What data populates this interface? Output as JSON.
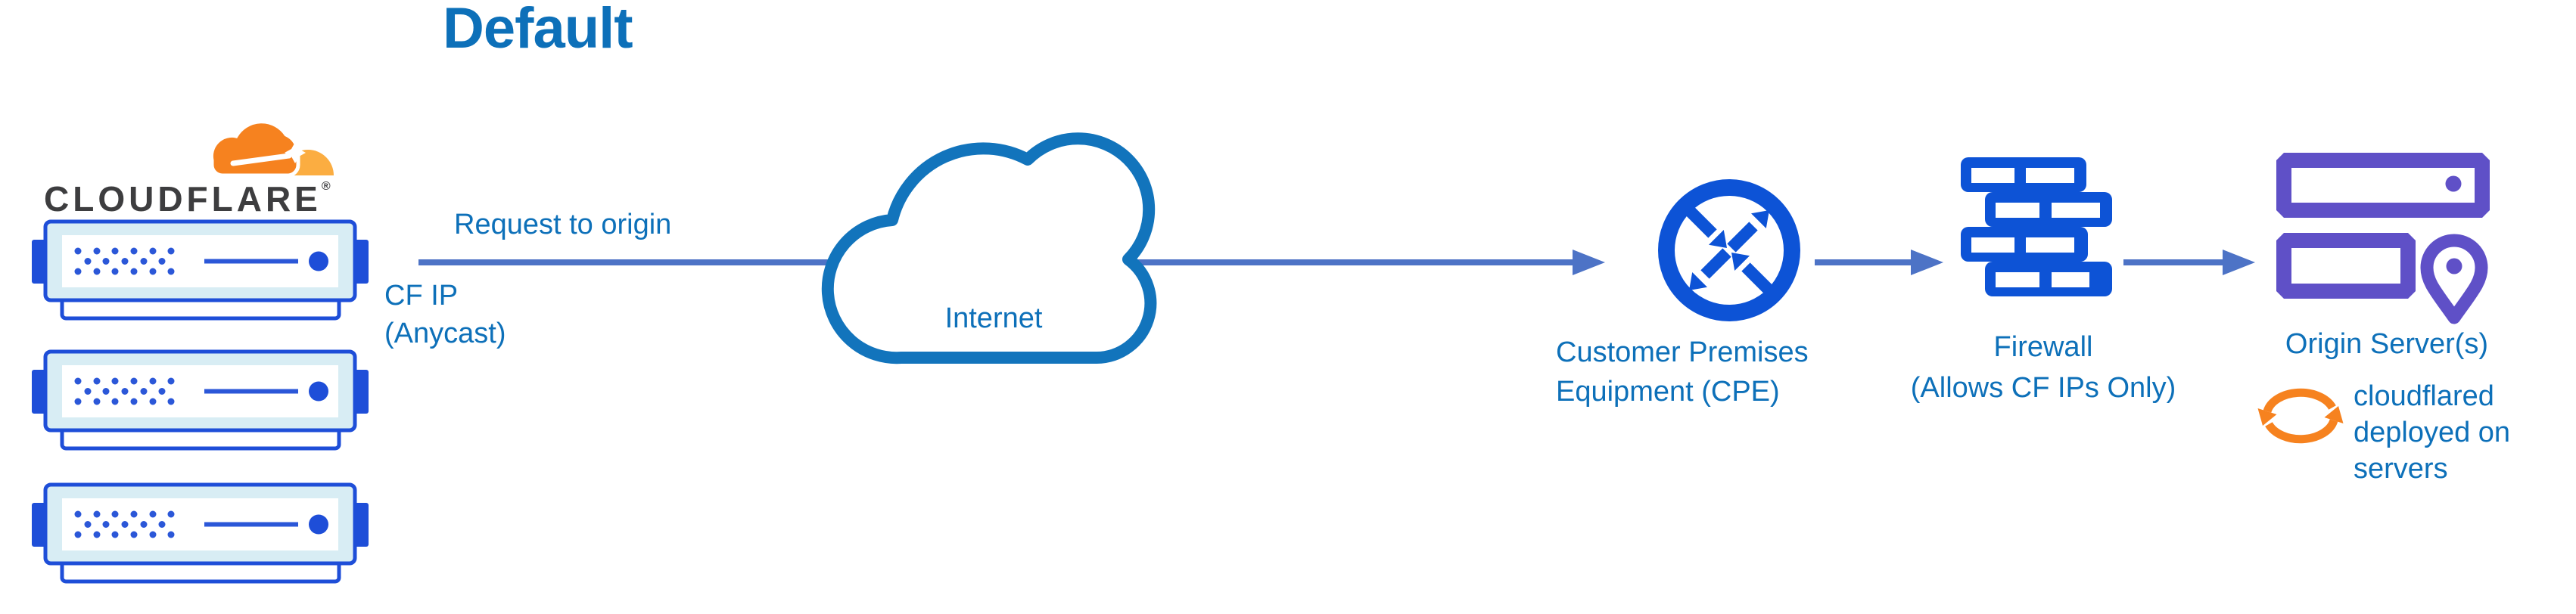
{
  "title": "Default",
  "logo": {
    "wordmark": "CLOUDFLARE",
    "registered_mark": "®",
    "icon": "cloudflare-cloud-icon"
  },
  "edge_network": {
    "icon": "server-icon",
    "server_count": 3
  },
  "flow": {
    "request_label": "Request to origin",
    "source_label": "CF IP\n(Anycast)",
    "arrow_direction": "right"
  },
  "nodes": {
    "internet": {
      "label": "Internet",
      "icon": "cloud-icon"
    },
    "cpe": {
      "label": "Customer Premises\nEquipment (CPE)",
      "icon": "router-arrows-icon"
    },
    "firewall": {
      "label": "Firewall\n(Allows CF IPs Only)",
      "icon": "brick-wall-icon"
    },
    "origin": {
      "label": "Origin Server(s)",
      "icon": "origin-servers-pin-icon"
    },
    "cloudflared": {
      "label": "cloudflared\ndeployed on\nservers",
      "icon": "sync-arrows-icon"
    }
  },
  "colors": {
    "label_blue": "#0d70b9",
    "arrow_blue": "#4d73c6",
    "icon_blue": "#0d53d6",
    "server_blue": "#1e4ed8",
    "server_dot": "#2b57d8",
    "server_light": "#d8edf4",
    "cloud_stroke": "#1274bc",
    "purple": "#5f50c7",
    "orange": "#f6821f",
    "orange_light": "#fbad41",
    "wordmark_dark": "#3d3d3f"
  }
}
